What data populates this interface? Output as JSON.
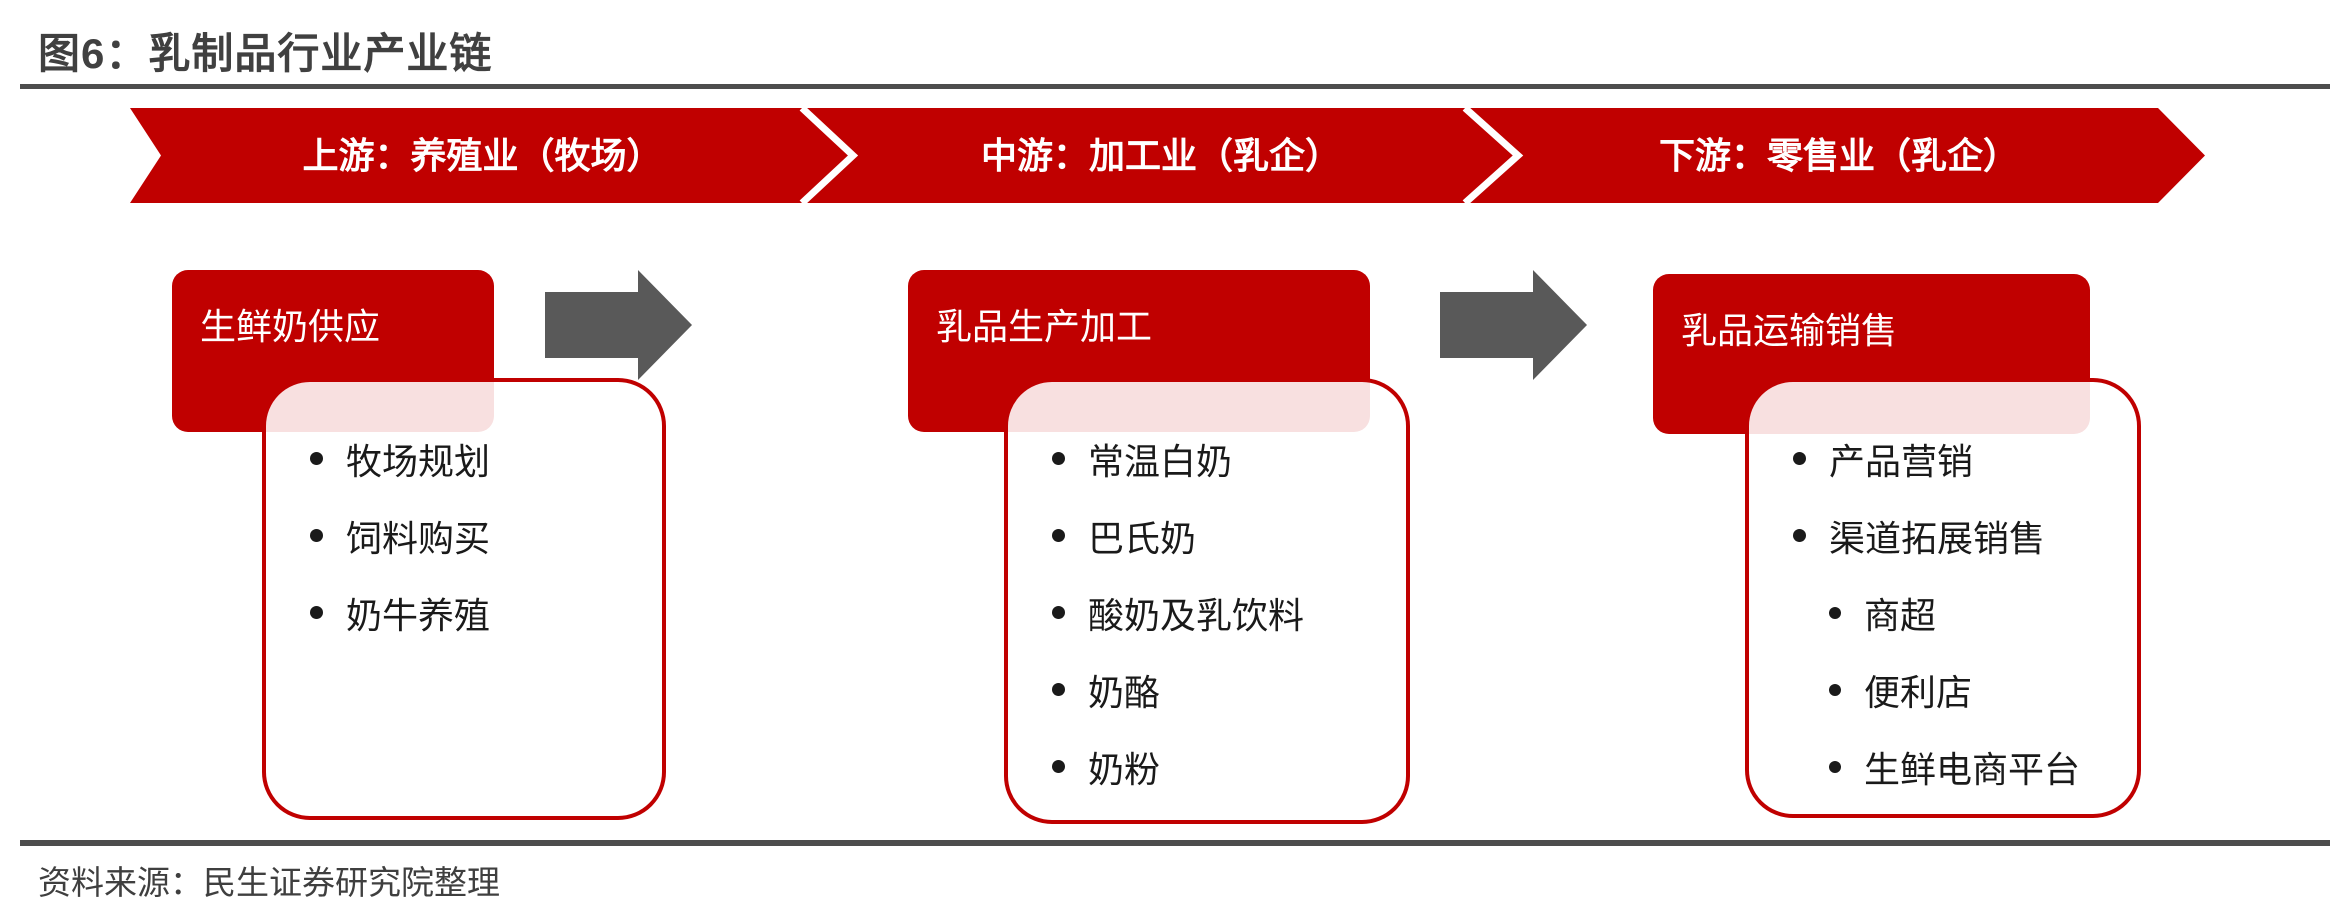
{
  "figure": {
    "title": "图6：乳制品行业产业链",
    "source": "资料来源：民生证券研究院整理"
  },
  "banner": {
    "segments": [
      {
        "label": "上游：养殖业（牧场）"
      },
      {
        "label": "中游：加工业（乳企）"
      },
      {
        "label": "下游：零售业（乳企）"
      }
    ]
  },
  "columns": [
    {
      "header": "生鲜奶供应",
      "items": [
        {
          "label": "牧场规划",
          "level": 1
        },
        {
          "label": "饲料购买",
          "level": 1
        },
        {
          "label": "奶牛养殖",
          "level": 1
        }
      ]
    },
    {
      "header": "乳品生产加工",
      "items": [
        {
          "label": "常温白奶",
          "level": 1
        },
        {
          "label": "巴氏奶",
          "level": 1
        },
        {
          "label": "酸奶及乳饮料",
          "level": 1
        },
        {
          "label": "奶酪",
          "level": 1
        },
        {
          "label": "奶粉",
          "level": 1
        }
      ]
    },
    {
      "header": "乳品运输销售",
      "items": [
        {
          "label": "产品营销",
          "level": 1
        },
        {
          "label": "渠道拓展销售",
          "level": 1
        },
        {
          "label": "商超",
          "level": 2
        },
        {
          "label": "便利店",
          "level": 2
        },
        {
          "label": "生鲜电商平台",
          "level": 2
        }
      ]
    }
  ],
  "colors": {
    "brand_red": "#C00000",
    "overlap_pink": "#F7E0E0",
    "arrow_gray": "#595959",
    "rule_gray": "#4D4D4D",
    "title_text": "#404040",
    "body_text": "#1A1A1A"
  }
}
